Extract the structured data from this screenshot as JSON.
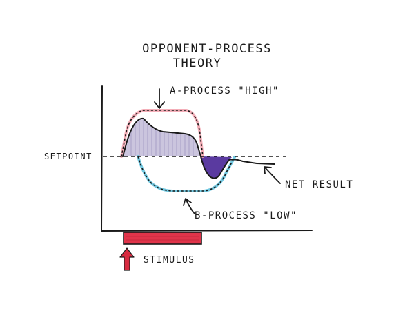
{
  "title": {
    "line1": "OPPONENT-PROCESS",
    "line2": "THEORY"
  },
  "labels": {
    "a_process": "A-PROCESS \"HIGH\"",
    "b_process": "B-PROCESS \"LOW\"",
    "setpoint": "SETPOINT",
    "net_result": "NET RESULT",
    "stimulus": "STIMULUS"
  },
  "colors": {
    "ink": "#1a1a1a",
    "a_process_outline": "#f2a0ac",
    "b_process_outline": "#5bc0dc",
    "net_positive_fill": "#c8c2dc",
    "net_negative_fill": "#5a3aa0",
    "stimulus_bar": "#e0344a",
    "stimulus_arrow": "#d82a40"
  }
}
